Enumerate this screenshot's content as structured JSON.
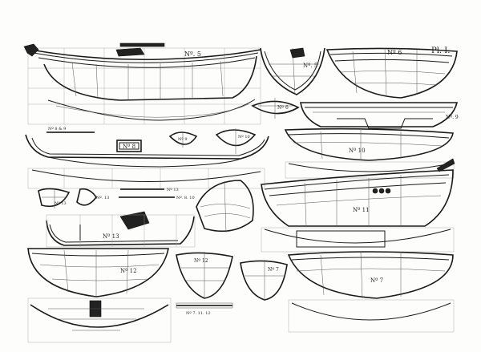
{
  "plate": {
    "plate_label": "Pl. I.",
    "colors": {
      "ink": "#1a1a1a",
      "paper": "#fdfdfb"
    }
  },
  "figures": {
    "no5_main": "Nº. 5",
    "no5_small": "Nº. 5",
    "no6": "Nº 6",
    "no6_small": "Nº 6",
    "no9": "Nº. 9",
    "no8": "Nº 8",
    "no8_scale": "Nº 8 & 9",
    "no9_small": "Nº 9",
    "no10_small": "Nº 10",
    "no10": "Nº 10",
    "no13": "Nº 13",
    "no13_small": "Nº 13",
    "no13_scale": "Nº. 13",
    "no8_scalebar": "Nº. 8. 10",
    "no11": "Nº 11",
    "no12": "Nº 12",
    "no12_small": "Nº 12",
    "no7": "Nº 7",
    "no7_small": "Nº 7",
    "bottom_scale": "Nº 7. 11. 12"
  }
}
